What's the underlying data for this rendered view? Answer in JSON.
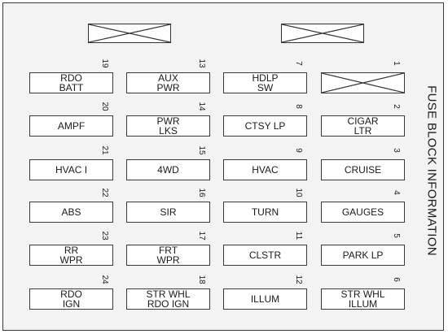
{
  "title": "FUSE BLOCK INFORMATION",
  "fuses": [
    {
      "num": "19",
      "line1": "RDO",
      "line2": "BATT"
    },
    {
      "num": "13",
      "line1": "AUX",
      "line2": "PWR"
    },
    {
      "num": "7",
      "line1": "HDLP",
      "line2": "SW"
    },
    {
      "num": "1",
      "line1": "",
      "line2": "",
      "blank": true
    },
    {
      "num": "20",
      "line1": "AMPF",
      "line2": ""
    },
    {
      "num": "14",
      "line1": "PWR",
      "line2": "LKS"
    },
    {
      "num": "8",
      "line1": "CTSY LP",
      "line2": ""
    },
    {
      "num": "2",
      "line1": "CIGAR",
      "line2": "LTR"
    },
    {
      "num": "21",
      "line1": "HVAC I",
      "line2": ""
    },
    {
      "num": "15",
      "line1": "4WD",
      "line2": ""
    },
    {
      "num": "9",
      "line1": "HVAC",
      "line2": ""
    },
    {
      "num": "3",
      "line1": "CRUISE",
      "line2": ""
    },
    {
      "num": "22",
      "line1": "ABS",
      "line2": ""
    },
    {
      "num": "16",
      "line1": "SIR",
      "line2": ""
    },
    {
      "num": "10",
      "line1": "TURN",
      "line2": ""
    },
    {
      "num": "4",
      "line1": "GAUGES",
      "line2": ""
    },
    {
      "num": "23",
      "line1": "RR",
      "line2": "WPR"
    },
    {
      "num": "17",
      "line1": "FRT",
      "line2": "WPR"
    },
    {
      "num": "11",
      "line1": "CLSTR",
      "line2": ""
    },
    {
      "num": "5",
      "line1": "PARK LP",
      "line2": ""
    },
    {
      "num": "24",
      "line1": "RDO",
      "line2": "IGN"
    },
    {
      "num": "18",
      "line1": "STR WHL",
      "line2": "RDO IGN"
    },
    {
      "num": "12",
      "line1": "ILLUM",
      "line2": ""
    },
    {
      "num": "6",
      "line1": "STR WHL",
      "line2": "ILLUM"
    }
  ]
}
